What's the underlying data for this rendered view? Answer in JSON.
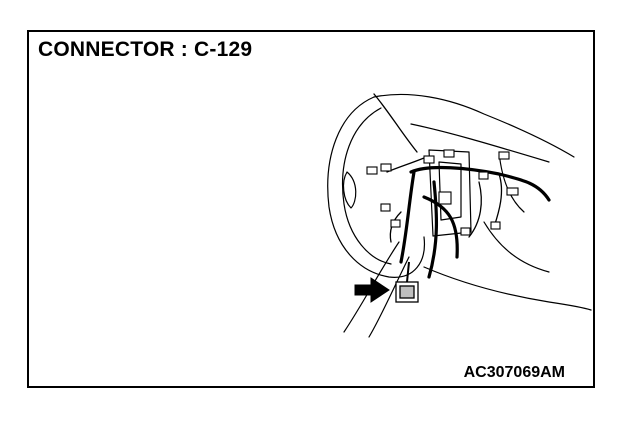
{
  "diagram": {
    "title": "CONNECTOR : C-129",
    "figure_code": "AC307069AM",
    "subject": "dashboard-connector-location-illustration",
    "highlight": "connector-pointer-arrow"
  },
  "colors": {
    "line": "#000000",
    "background": "#ffffff"
  }
}
